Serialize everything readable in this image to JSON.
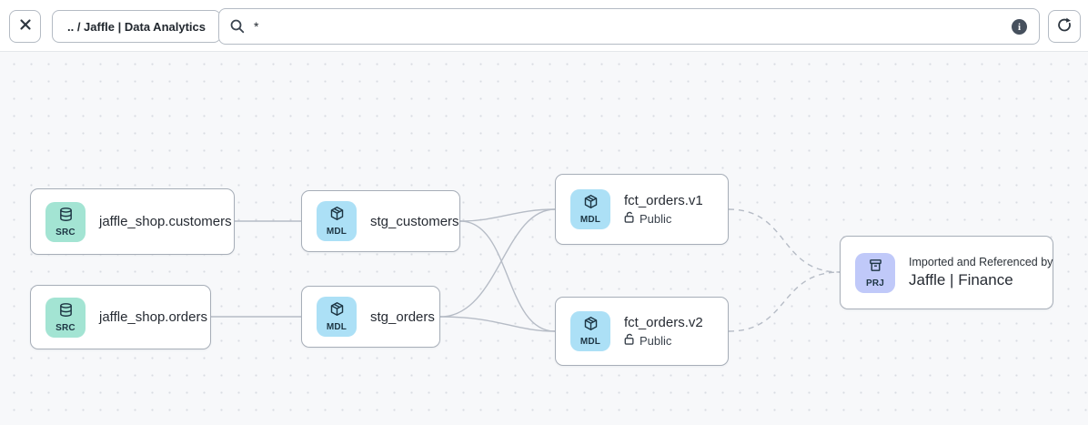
{
  "toolbar": {
    "close_label": "close",
    "breadcrumb": ".. / Jaffle | Data Analytics",
    "search_value": "*",
    "icons": [
      "close-icon",
      "search-icon",
      "info-icon",
      "refresh-icon"
    ]
  },
  "graph": {
    "nodes": {
      "src_customers": {
        "badge": "SRC",
        "icon": "database-icon",
        "label": "jaffle_shop.customers",
        "type": "source"
      },
      "src_orders": {
        "badge": "SRC",
        "icon": "database-icon",
        "label": "jaffle_shop.orders",
        "type": "source"
      },
      "stg_customers": {
        "badge": "MDL",
        "icon": "package-icon",
        "label": "stg_customers",
        "type": "model"
      },
      "stg_orders": {
        "badge": "MDL",
        "icon": "package-icon",
        "label": "stg_orders",
        "type": "model"
      },
      "fct_orders_v1": {
        "badge": "MDL",
        "icon": "package-icon",
        "label": "fct_orders.v1",
        "access": "Public",
        "access_icon": "lock-open-icon",
        "type": "model"
      },
      "fct_orders_v2": {
        "badge": "MDL",
        "icon": "package-icon",
        "label": "fct_orders.v2",
        "access": "Public",
        "access_icon": "lock-open-icon",
        "type": "model"
      },
      "project": {
        "badge": "PRJ",
        "icon": "archive-icon",
        "caption": "Imported and Referenced by",
        "label": "Jaffle | Finance",
        "type": "project"
      }
    },
    "edges": [
      {
        "from": "src_customers",
        "to": "stg_customers",
        "style": "solid"
      },
      {
        "from": "src_orders",
        "to": "stg_orders",
        "style": "solid"
      },
      {
        "from": "stg_customers",
        "to": "fct_orders_v1",
        "style": "solid"
      },
      {
        "from": "stg_customers",
        "to": "fct_orders_v2",
        "style": "solid"
      },
      {
        "from": "stg_orders",
        "to": "fct_orders_v1",
        "style": "solid"
      },
      {
        "from": "stg_orders",
        "to": "fct_orders_v2",
        "style": "solid"
      },
      {
        "from": "fct_orders_v1",
        "to": "project",
        "style": "dashed"
      },
      {
        "from": "fct_orders_v2",
        "to": "project",
        "style": "dashed"
      }
    ],
    "colors": {
      "source_badge": "#a3e4d3",
      "model_badge": "#ace0f6",
      "project_badge": "#c0c9f9",
      "edge": "#b6bcc6",
      "canvas_bg": "#f7f8fa",
      "node_border": "#a7aeb8"
    }
  }
}
